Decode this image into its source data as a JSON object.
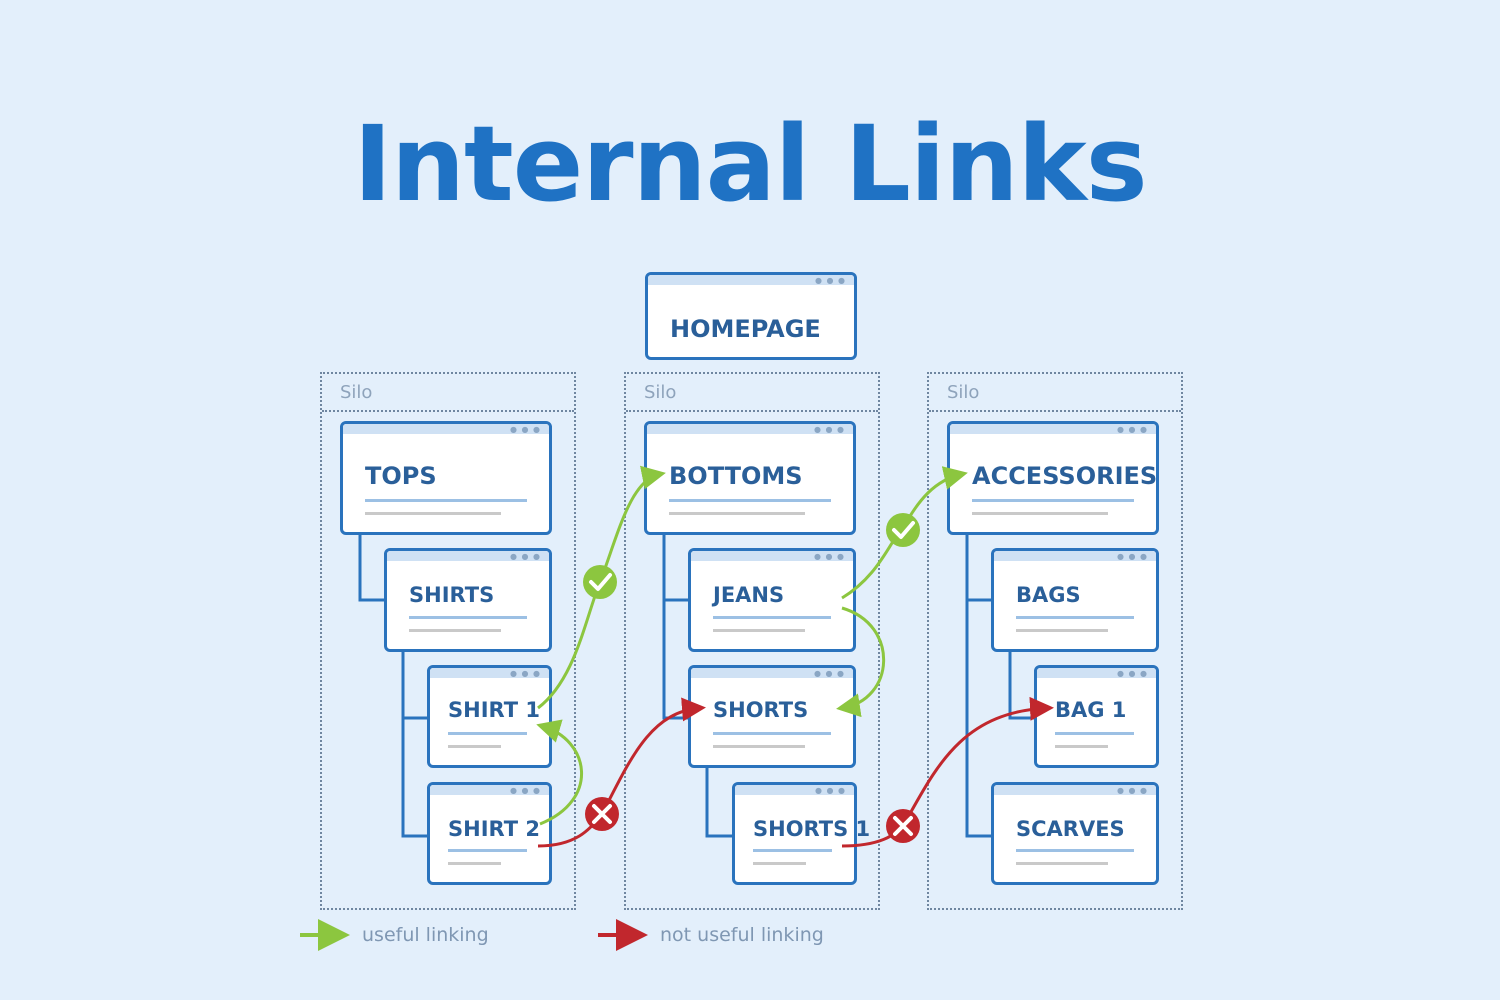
{
  "title": "Internal Links",
  "homepage": "HOMEPAGE",
  "silo_label": "Silo",
  "silos": [
    {
      "top": "TOPS",
      "sub": "SHIRTS",
      "items": [
        "SHIRT 1",
        "SHIRT 2"
      ]
    },
    {
      "top": "BOTTOMS",
      "sub": "JEANS",
      "sub2": "SHORTS",
      "item": "SHORTS 1"
    },
    {
      "top": "ACCESSORIES",
      "sub": "BAGS",
      "item": "BAG 1",
      "sub2": "SCARVES"
    }
  ],
  "legend": {
    "useful": "useful linking",
    "not_useful": "not useful linking"
  },
  "colors": {
    "title": "#1f72c4",
    "card_border": "#2a73bd",
    "useful": "#8cc63f",
    "not_useful": "#c1272d",
    "background": "#e3effb"
  }
}
